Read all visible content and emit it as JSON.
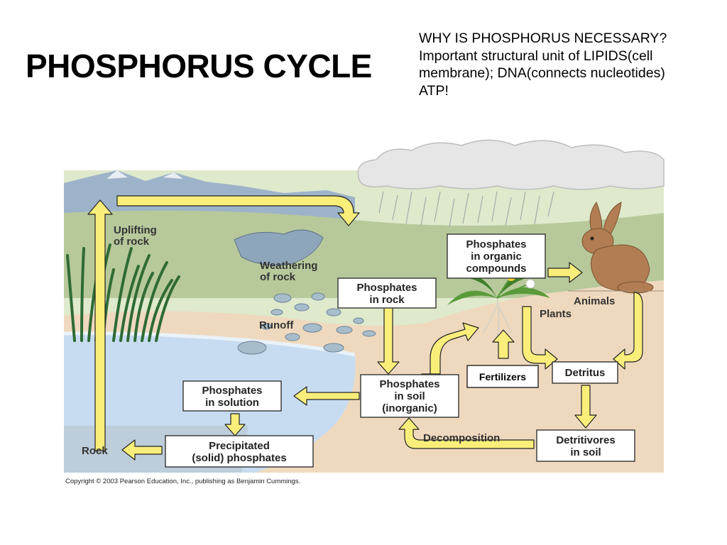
{
  "title": "PHOSPHORUS CYCLE",
  "note": {
    "line1": "WHY IS PHOSPHORUS NECESSARY?",
    "line2": "Important structural unit of LIPIDS(cell",
    "line3": "membrane); DNA(connects nucleotides)",
    "line4": "ATP!"
  },
  "labels": {
    "uplifting_1": "Uplifting",
    "uplifting_2": "of rock",
    "weathering_1": "Weathering",
    "weathering_2": "of rock",
    "runoff": "Runoff",
    "animals": "Animals",
    "plants": "Plants",
    "decomposition": "Decomposition",
    "rock": "Rock"
  },
  "boxes": {
    "phosphates_rock_1": "Phosphates",
    "phosphates_rock_2": "in rock",
    "phosphates_organic_1": "Phosphates",
    "phosphates_organic_2": "in organic",
    "phosphates_organic_3": "compounds",
    "phosphates_solution_1": "Phosphates",
    "phosphates_solution_2": "in solution",
    "phosphates_soil_1": "Phosphates",
    "phosphates_soil_2": "in soil",
    "phosphates_soil_3": "(inorganic)",
    "fertilizers": "Fertilizers",
    "detritus": "Detritus",
    "detritivores_1": "Detritivores",
    "detritivores_2": "in soil",
    "precipitated_1": "Precipitated",
    "precipitated_2": "(solid) phosphates"
  },
  "copyright": "Copyright © 2003 Pearson Education, Inc., publishing as Benjamin Cummings.",
  "colors": {
    "arrow_fill": "#f9ee7a",
    "sky": "#dfe9cc",
    "soil": "#efd9be",
    "water": "#c7dcf0",
    "grass": "#2f6b35",
    "rabbit": "#b27d52"
  }
}
